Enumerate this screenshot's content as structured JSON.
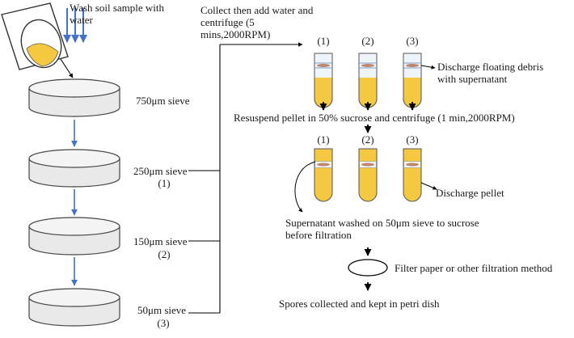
{
  "steps": {
    "wash": "Wash soil sample with water",
    "collect": "Collect then add water and centrifuge (5 mins,2000RPM)",
    "discard_floating": "Discharge floating debris with supernatant",
    "resuspend": "Resuspend pellet in 50% sucrose and centrifuge (1 min,2000RPM)",
    "discard_pellet": "Discharge pellet",
    "supernatant_wash": "Supernatant washed on 50μm sieve to sucrose before filtration",
    "filter": "Filter paper or other filtration method",
    "spores": "Spores collected and kept in petri dish"
  },
  "sieves": [
    {
      "label": "750μm sieve",
      "index": ""
    },
    {
      "label": "250μm sieve",
      "index": "(1)"
    },
    {
      "label": "150μm sieve",
      "index": "(2)"
    },
    {
      "label": "50μm sieve",
      "index": "(3)"
    }
  ],
  "tube_labels": [
    "(1)",
    "(2)",
    "(3)"
  ],
  "colors": {
    "arrow_blue": "#4472c4",
    "liquid": "#f5c842",
    "sieve_fill": "#e9e9e9",
    "tube_fill": "#eef4fb",
    "debris": "#c0866a"
  }
}
